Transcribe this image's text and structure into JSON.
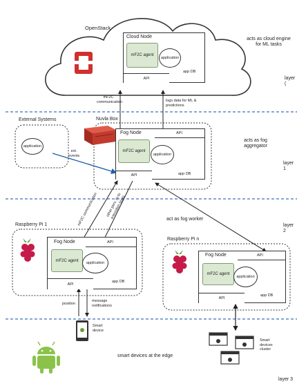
{
  "labels": {
    "openstack": "OpenStack",
    "cloud_node": "Cloud Node",
    "mf2c_agent": "mF2C agent",
    "application": "application",
    "app_db": "app DB",
    "api": "API",
    "acts_as_cloud": "acts as cloud engine for ML tasks",
    "layer_top": "layer (",
    "mf2c_communication": "mF2C communication",
    "logs_data": "logs data for ML & predictions",
    "external_systems": "External Systems",
    "nuvla_box": "Nuvla Box",
    "fog_node": "Fog Node",
    "ext_events": "ext. events",
    "acts_as_fog_aggregator": "acts as fog aggregator",
    "layer_mid1": "layer 1",
    "mf2c_communication_2": "mF2C communication",
    "other_pieces": "other perv. m-to execution tasks",
    "act_as_fog_worker": "act as fog worker",
    "layer_mid2": "layer 2",
    "raspberry_pi_1": "Raspberry Pi 1",
    "raspberry_pi_n": "Raspberry Pi n",
    "position": "position",
    "message_notifications": "message notifications",
    "smart_device": "Smart device",
    "smart_devices_cluster": "Smart devices cluster",
    "smart_devices_at_edge": "smart devices at the edge",
    "layer_bottom": "layer 3"
  },
  "colors": {
    "layer_separator": "#3b6fb6",
    "agent_fill": "#dbe8d2",
    "openstack_red": "#d0302e",
    "raspberry_red": "#c51a4a",
    "raspberry_green": "#59a23a",
    "android_green": "#8bc34a",
    "ext_arrow": "#1f5fa8"
  },
  "icons": {
    "openstack": "openstack-logo-icon",
    "nuvla": "nuvla-box-icon",
    "raspberry": "raspberry-pi-icon",
    "android": "android-icon",
    "database": "database-icon"
  }
}
